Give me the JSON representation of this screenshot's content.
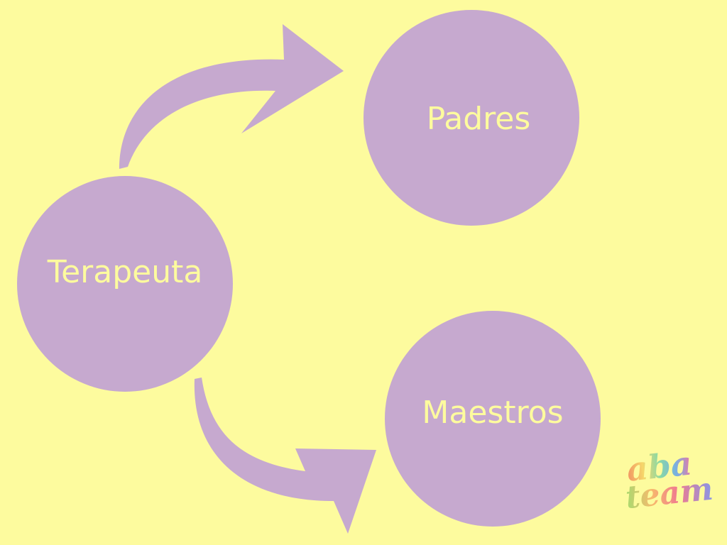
{
  "nodes": {
    "terapeuta": {
      "label": "Terapeuta"
    },
    "padres": {
      "label": "Padres"
    },
    "maestros": {
      "label": "Maestros"
    }
  },
  "edges": [
    {
      "from": "Terapeuta",
      "to": "Padres"
    },
    {
      "from": "Terapeuta",
      "to": "Maestros"
    }
  ],
  "logo": {
    "line1": "aba",
    "line2": "team"
  },
  "colors": {
    "background": "#fdfb9e",
    "shape": "#c6a9cf",
    "label": "#fdfb9e"
  }
}
